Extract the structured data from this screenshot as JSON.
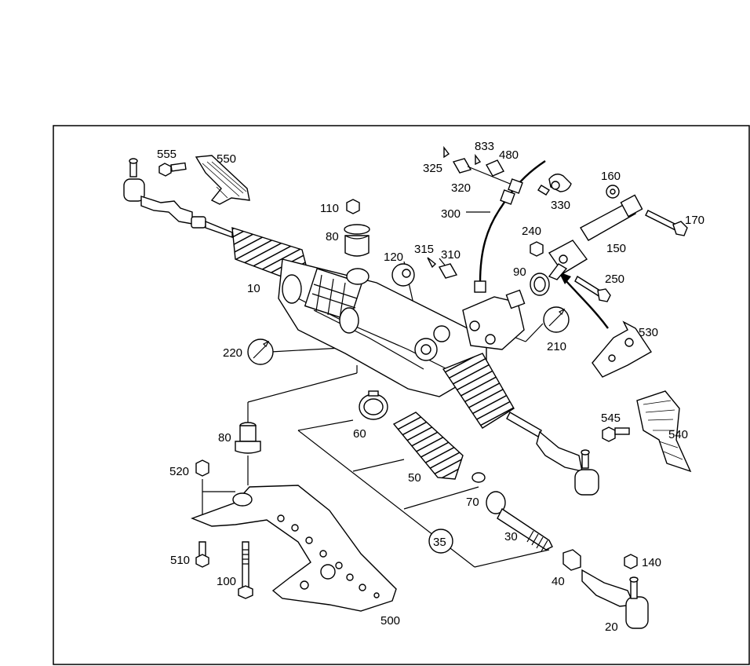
{
  "labels": {
    "p555": "555",
    "p550": "550",
    "p833": "833",
    "p480": "480",
    "p325": "325",
    "p320": "320",
    "p330": "330",
    "p160": "160",
    "p300": "300",
    "p110": "110",
    "p170": "170",
    "p240": "240",
    "p80a": "80",
    "p315": "315",
    "p310": "310",
    "p150": "150",
    "p120": "120",
    "p90": "90",
    "p250": "250",
    "p10": "10",
    "p530": "530",
    "p210": "210",
    "p220": "220",
    "p545": "545",
    "p60": "60",
    "p540": "540",
    "p80b": "80",
    "p50": "50",
    "p520": "520",
    "p70": "70",
    "p30": "30",
    "p35": "35",
    "p140": "140",
    "p510": "510",
    "p40": "40",
    "p100": "100",
    "p500": "500",
    "p20": "20"
  }
}
